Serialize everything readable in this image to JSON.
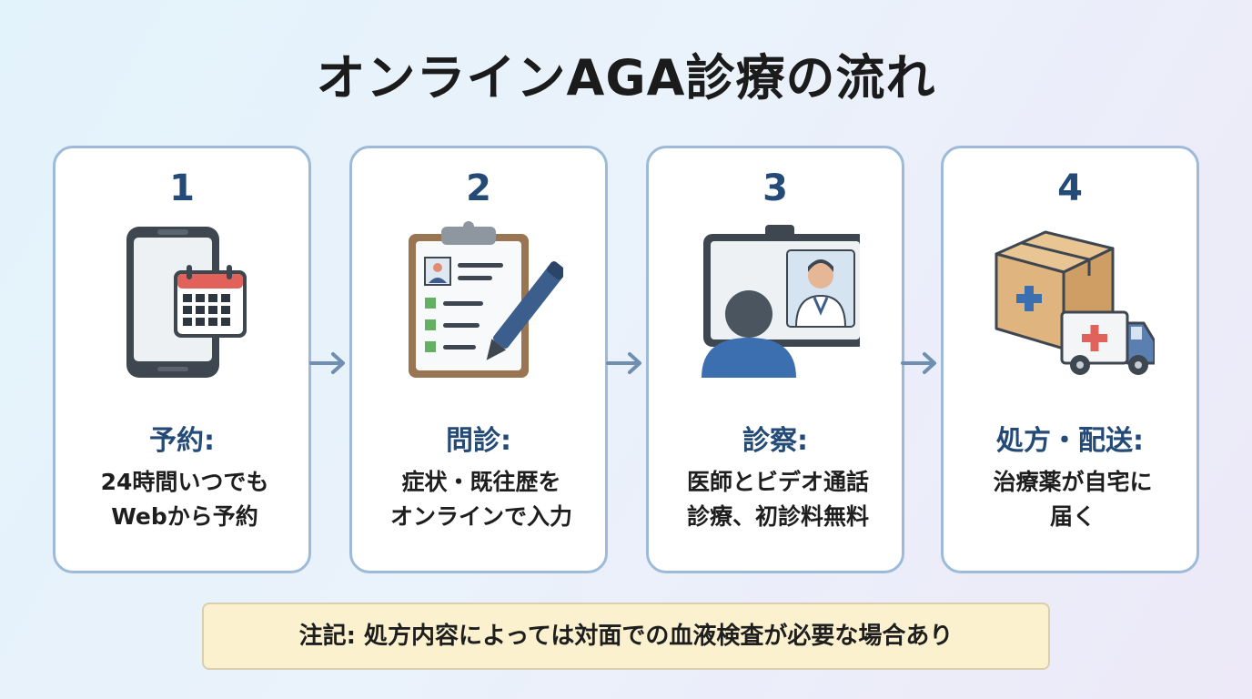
{
  "title": "オンラインAGA診療の流れ",
  "steps": [
    {
      "number": "1",
      "heading": "予約:",
      "lines": [
        "24時間いつでも",
        "Webから予約"
      ],
      "icon": "smartphone-calendar-icon"
    },
    {
      "number": "2",
      "heading": "問診:",
      "lines": [
        "症状・既往歴を",
        "オンラインで入力"
      ],
      "icon": "clipboard-pen-icon"
    },
    {
      "number": "3",
      "heading": "診察:",
      "lines": [
        "医師とビデオ通話",
        "診療、初診料無料"
      ],
      "icon": "video-consultation-icon"
    },
    {
      "number": "4",
      "heading": "処方・配送:",
      "lines": [
        "治療薬が自宅に",
        "届く"
      ],
      "icon": "package-delivery-icon"
    }
  ],
  "note": "注記: 処方内容によっては対面での血液検査が必要な場合あり",
  "colors": {
    "accent": "#244a78",
    "card_border": "#9dbad8",
    "note_bg": "#fbf1cf",
    "arrow": "#6f8fb0"
  }
}
